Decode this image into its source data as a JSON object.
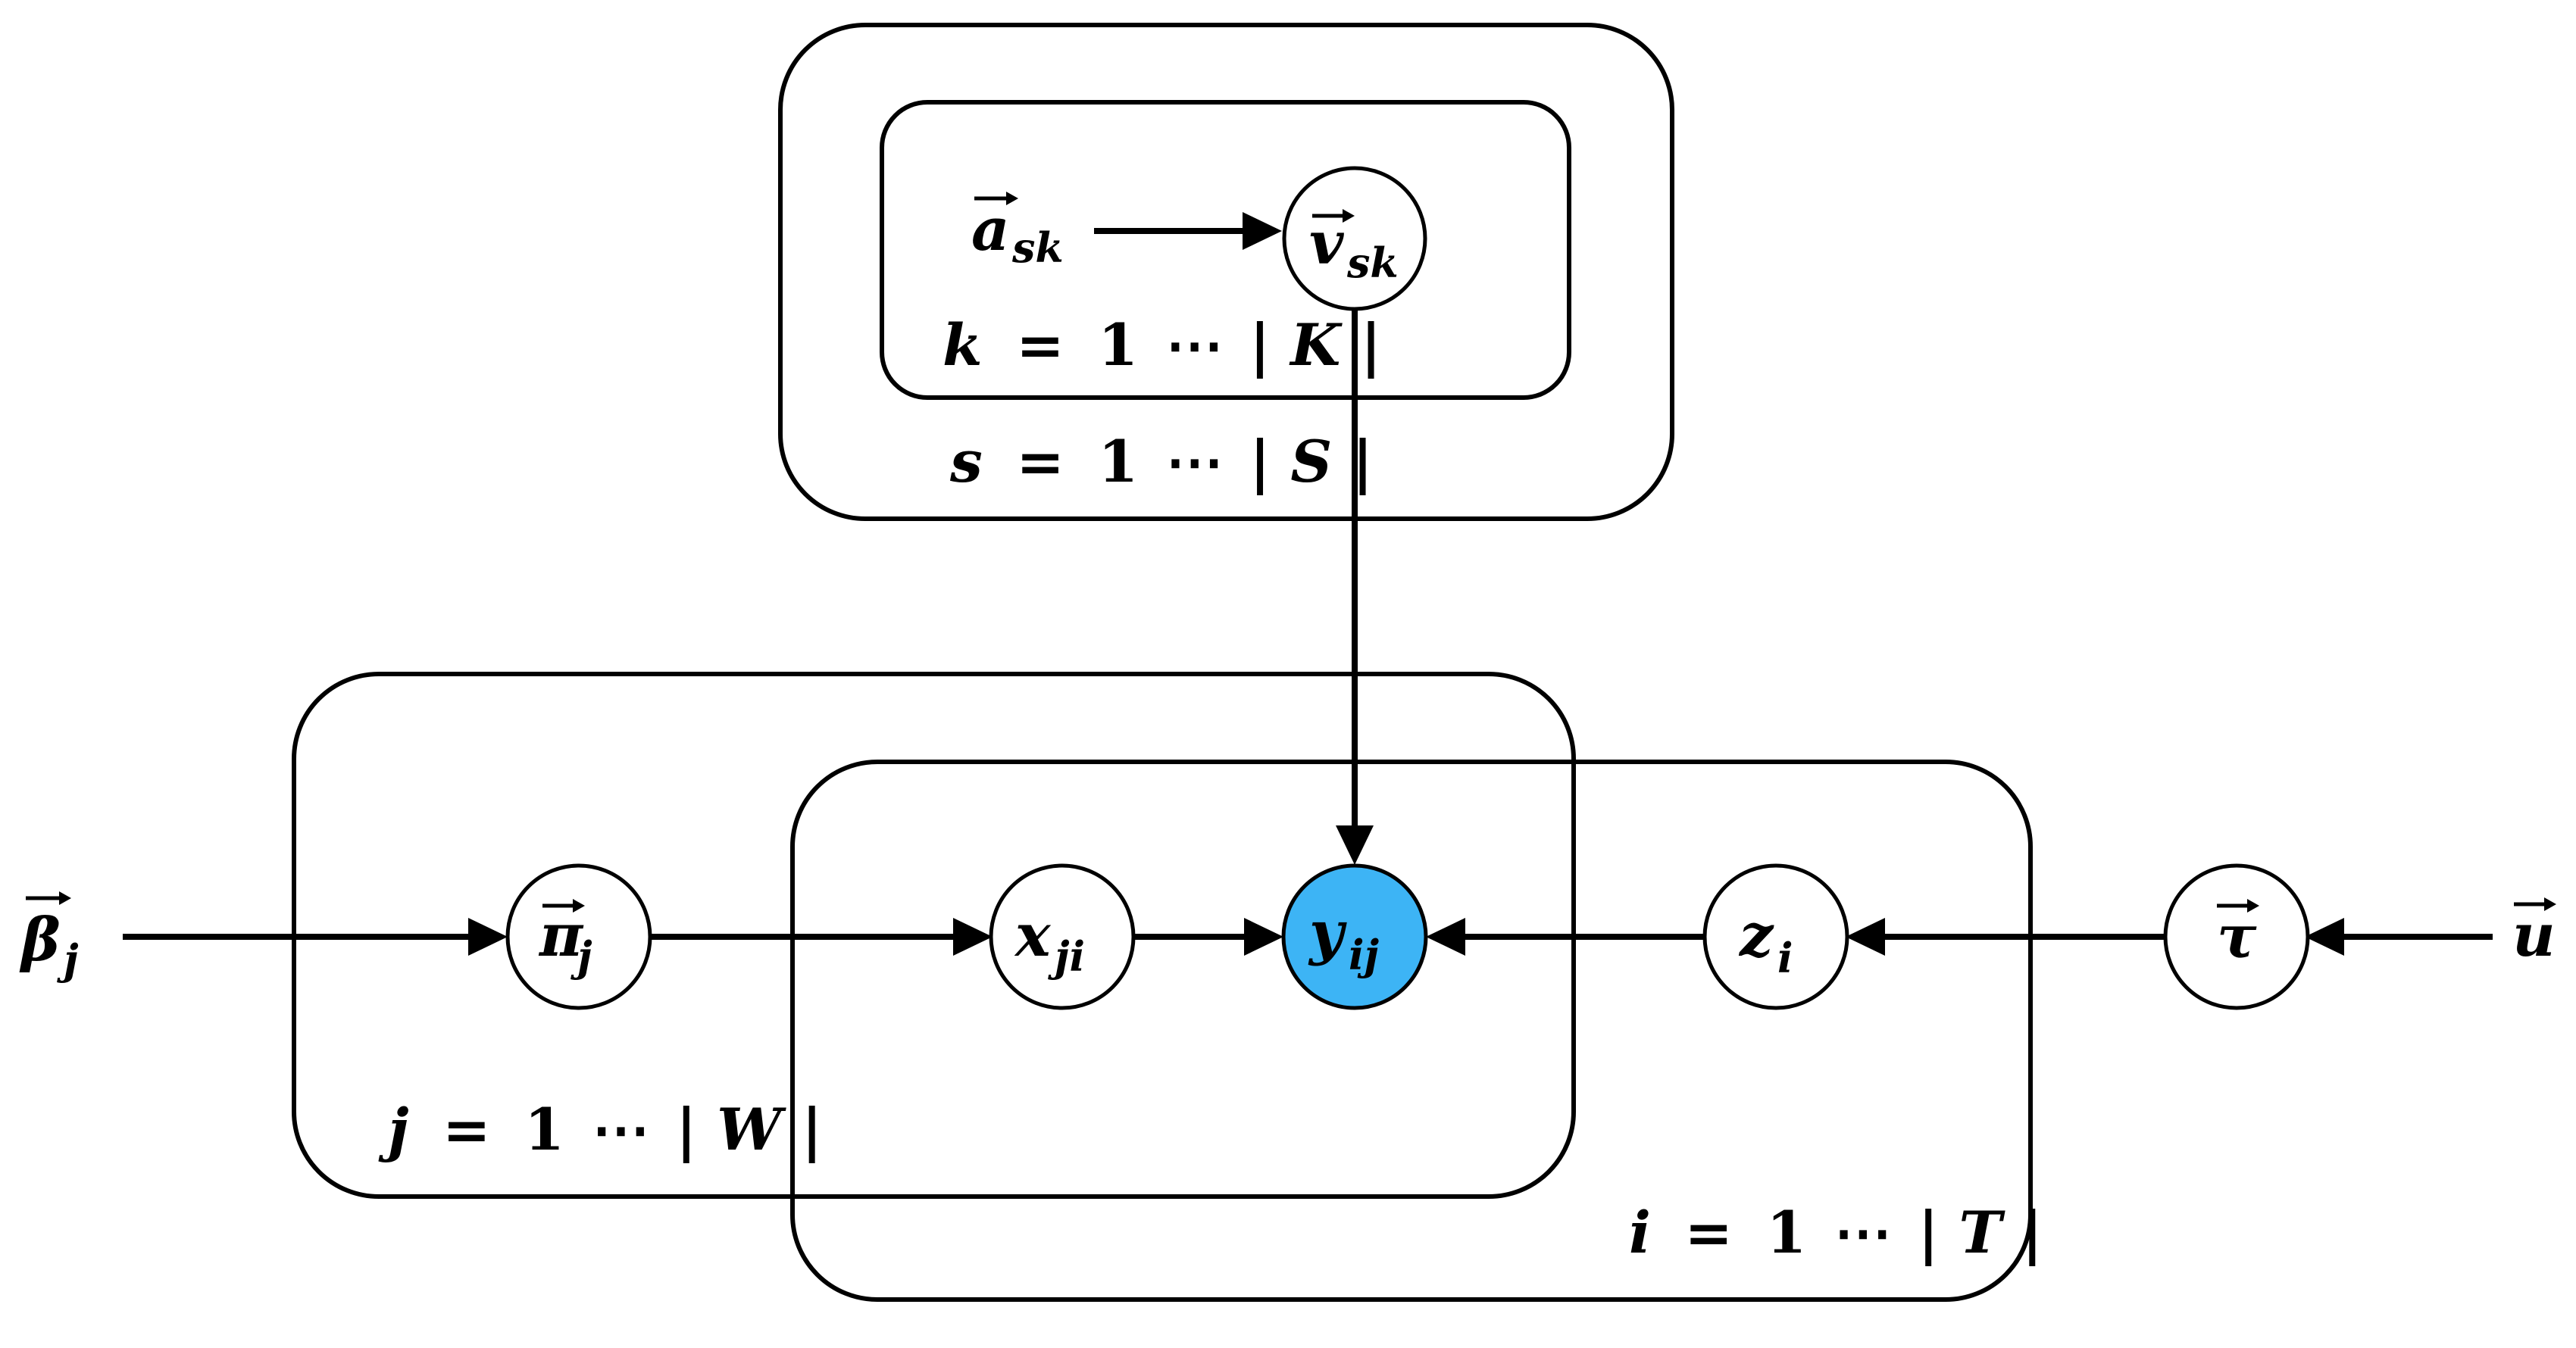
{
  "colors": {
    "observed_node_fill": "#3db4f5",
    "latent_node_fill": "#ffffff",
    "line": "#000000"
  },
  "plates": {
    "skill_inner": {
      "index": "k",
      "equals": "=",
      "one": "1",
      "dots": "⋯",
      "bar_left": "|",
      "set": "K",
      "bar_right": "|"
    },
    "skill_outer": {
      "index": "s",
      "equals": "=",
      "one": "1",
      "dots": "⋯",
      "bar_left": "|",
      "set": "S",
      "bar_right": "|"
    },
    "workers": {
      "index": "j",
      "equals": "=",
      "one": "1",
      "dots": "⋯",
      "bar_left": "|",
      "set": "W",
      "bar_right": "|"
    },
    "tasks": {
      "index": "i",
      "equals": "=",
      "one": "1",
      "dots": "⋯",
      "bar_left": "|",
      "set": "T",
      "bar_right": "|"
    }
  },
  "nodes": {
    "a_sk": {
      "symbol": "a",
      "subscript": "sk",
      "vector": true,
      "kind": "hyperparameter"
    },
    "v_sk": {
      "symbol": "v",
      "subscript": "sk",
      "vector": true,
      "kind": "latent"
    },
    "beta_j": {
      "symbol": "β",
      "subscript": "j",
      "vector": true,
      "kind": "hyperparameter"
    },
    "pi_j": {
      "symbol": "π",
      "subscript": "j",
      "vector": true,
      "kind": "latent"
    },
    "x_ji": {
      "symbol": "x",
      "subscript": "ji",
      "vector": false,
      "kind": "latent"
    },
    "y_ij": {
      "symbol": "y",
      "subscript": "ij",
      "vector": false,
      "kind": "observed"
    },
    "z_i": {
      "symbol": "z",
      "subscript": "i",
      "vector": false,
      "kind": "latent"
    },
    "tau": {
      "symbol": "τ",
      "subscript": "",
      "vector": true,
      "kind": "latent"
    },
    "u": {
      "symbol": "u",
      "subscript": "",
      "vector": true,
      "kind": "hyperparameter"
    }
  },
  "edges": [
    {
      "from": "a_sk",
      "to": "v_sk"
    },
    {
      "from": "v_sk",
      "to": "y_ij"
    },
    {
      "from": "beta_j",
      "to": "pi_j"
    },
    {
      "from": "pi_j",
      "to": "x_ji"
    },
    {
      "from": "x_ji",
      "to": "y_ij"
    },
    {
      "from": "z_i",
      "to": "y_ij"
    },
    {
      "from": "tau",
      "to": "z_i"
    },
    {
      "from": "u",
      "to": "tau"
    }
  ]
}
